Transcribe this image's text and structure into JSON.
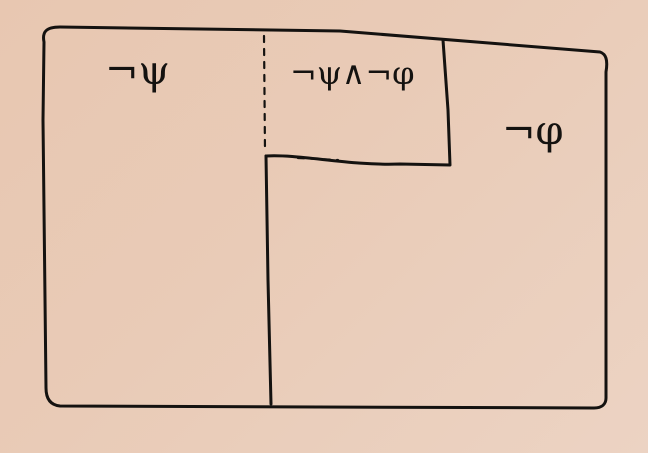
{
  "diagram": {
    "regions": [
      {
        "id": "left",
        "label": "¬ψ"
      },
      {
        "id": "middle",
        "label": "¬ψ∧¬φ"
      },
      {
        "id": "right",
        "label": "¬φ"
      }
    ]
  },
  "colors": {
    "paper": "#e9cbb7",
    "ink": "#141210"
  }
}
